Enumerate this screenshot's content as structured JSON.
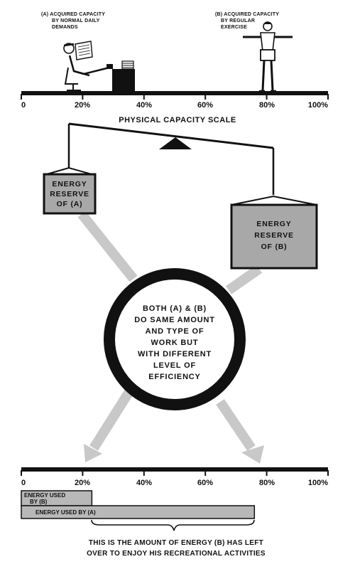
{
  "top": {
    "label_a": [
      "(A) ACQUIRED CAPACITY",
      "BY NORMAL DAILY",
      "DEMANDS"
    ],
    "label_b": [
      "(B) ACQUIRED CAPACITY",
      "BY REGULAR",
      "EXERCISE"
    ]
  },
  "scale_top": {
    "ticks": [
      "0",
      "20%",
      "40%",
      "60%",
      "80%",
      "100%"
    ],
    "title": "PHYSICAL CAPACITY SCALE",
    "marker_a_pct": 30,
    "marker_b_pct": 80
  },
  "reserve_a": [
    "ENERGY",
    "RESERVE",
    "OF (A)"
  ],
  "reserve_b": [
    "ENERGY",
    "RESERVE",
    "OF (B)"
  ],
  "circle": [
    "BOTH (A) & (B)",
    "DO SAME AMOUNT",
    "AND TYPE OF",
    "WORK BUT",
    "WITH DIFFERENT",
    "LEVEL OF",
    "EFFICIENCY"
  ],
  "scale_bottom": {
    "ticks": [
      "0",
      "20%",
      "40%",
      "60%",
      "80%",
      "100%"
    ]
  },
  "bars": {
    "used_b_label": "ENERGY USED BY (B)",
    "used_b_pct": 23,
    "used_a_label": "ENERGY USED BY (A)",
    "used_a_pct": 76
  },
  "bottom_note": [
    "THIS IS THE AMOUNT OF ENERGY (B) HAS LEFT",
    "OVER TO ENJOY HIS RECREATIONAL ACTIVITIES"
  ],
  "colors": {
    "ink": "#111111",
    "gray_box": "#a8a8a8",
    "arrow": "#c8c8c8",
    "bar_fill": "#b8b8b8"
  }
}
